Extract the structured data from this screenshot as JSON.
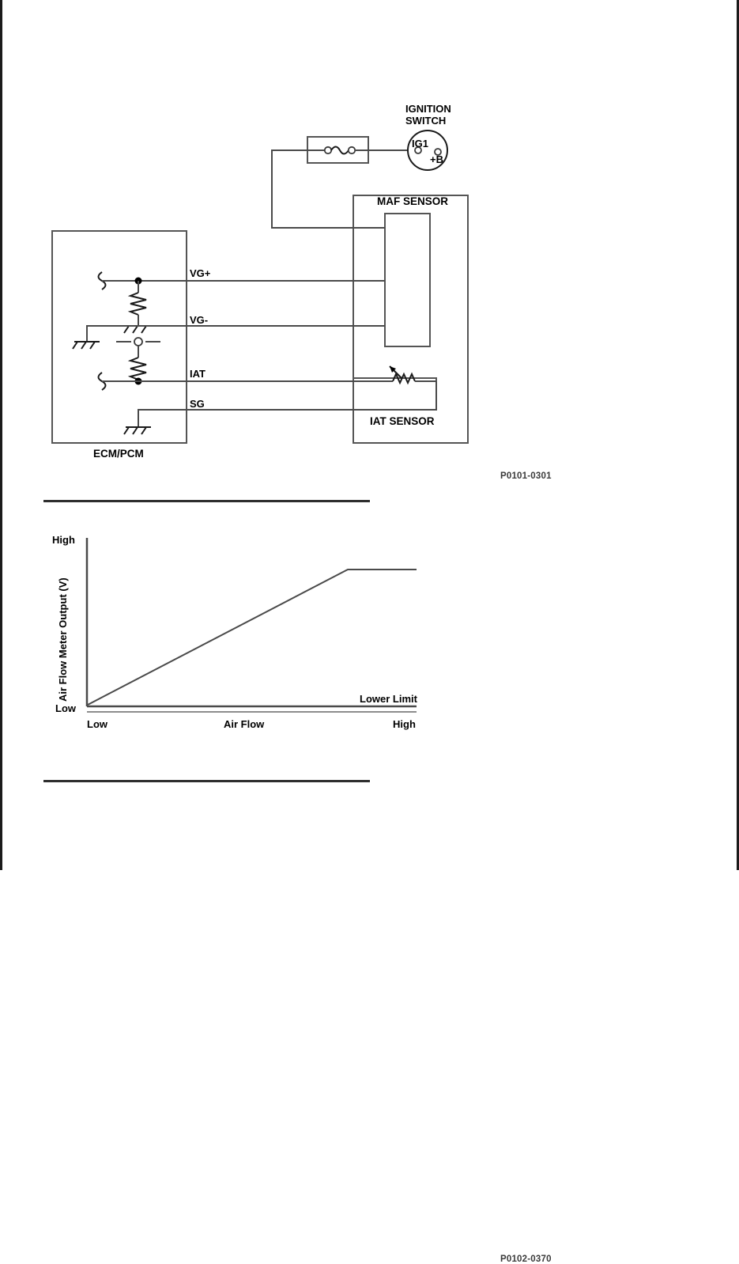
{
  "page": {
    "background": "#ffffff",
    "edge_color": "#1b1b1b"
  },
  "wiring_diagram": {
    "figure_code": "P0101-0301",
    "labels": {
      "ignition_switch_line1": "IGNITION",
      "ignition_switch_line2": "SWITCH",
      "ignition_terminal_ig1": "IG1",
      "ignition_terminal_b": "+B",
      "maf_sensor": "MAF SENSOR",
      "iat_sensor": "IAT SENSOR",
      "ecm_pcm": "ECM/PCM",
      "pin_vg_plus": "VG+",
      "pin_vg_minus": "VG-",
      "pin_iat": "IAT",
      "pin_sg": "SG"
    },
    "symbols": {
      "fuse": "fuse-symbol",
      "thermistor": "thermistor-symbol",
      "resistor": "resistor-symbol",
      "ground": "ground-symbol",
      "wire_break": "wire-break-symbol"
    }
  },
  "graph_figure": {
    "figure_code": "P0102-0370"
  },
  "chart_data": {
    "type": "line",
    "title": "",
    "xlabel": "Air Flow",
    "ylabel": "Air Flow Meter Output (V)",
    "x_tick_labels": [
      "Low",
      "High"
    ],
    "y_tick_labels": [
      "Low",
      "High"
    ],
    "xlim": [
      0,
      100
    ],
    "ylim": [
      0,
      100
    ],
    "grid": false,
    "legend": false,
    "annotations": [
      {
        "text": "Lower Limit",
        "x": 88,
        "y": 4
      }
    ],
    "series": [
      {
        "name": "Air Flow Meter Output",
        "x": [
          0,
          79,
          100
        ],
        "values": [
          2,
          88,
          88
        ]
      },
      {
        "name": "Lower Limit",
        "x": [
          0,
          100
        ],
        "values": [
          0,
          0
        ]
      }
    ]
  }
}
